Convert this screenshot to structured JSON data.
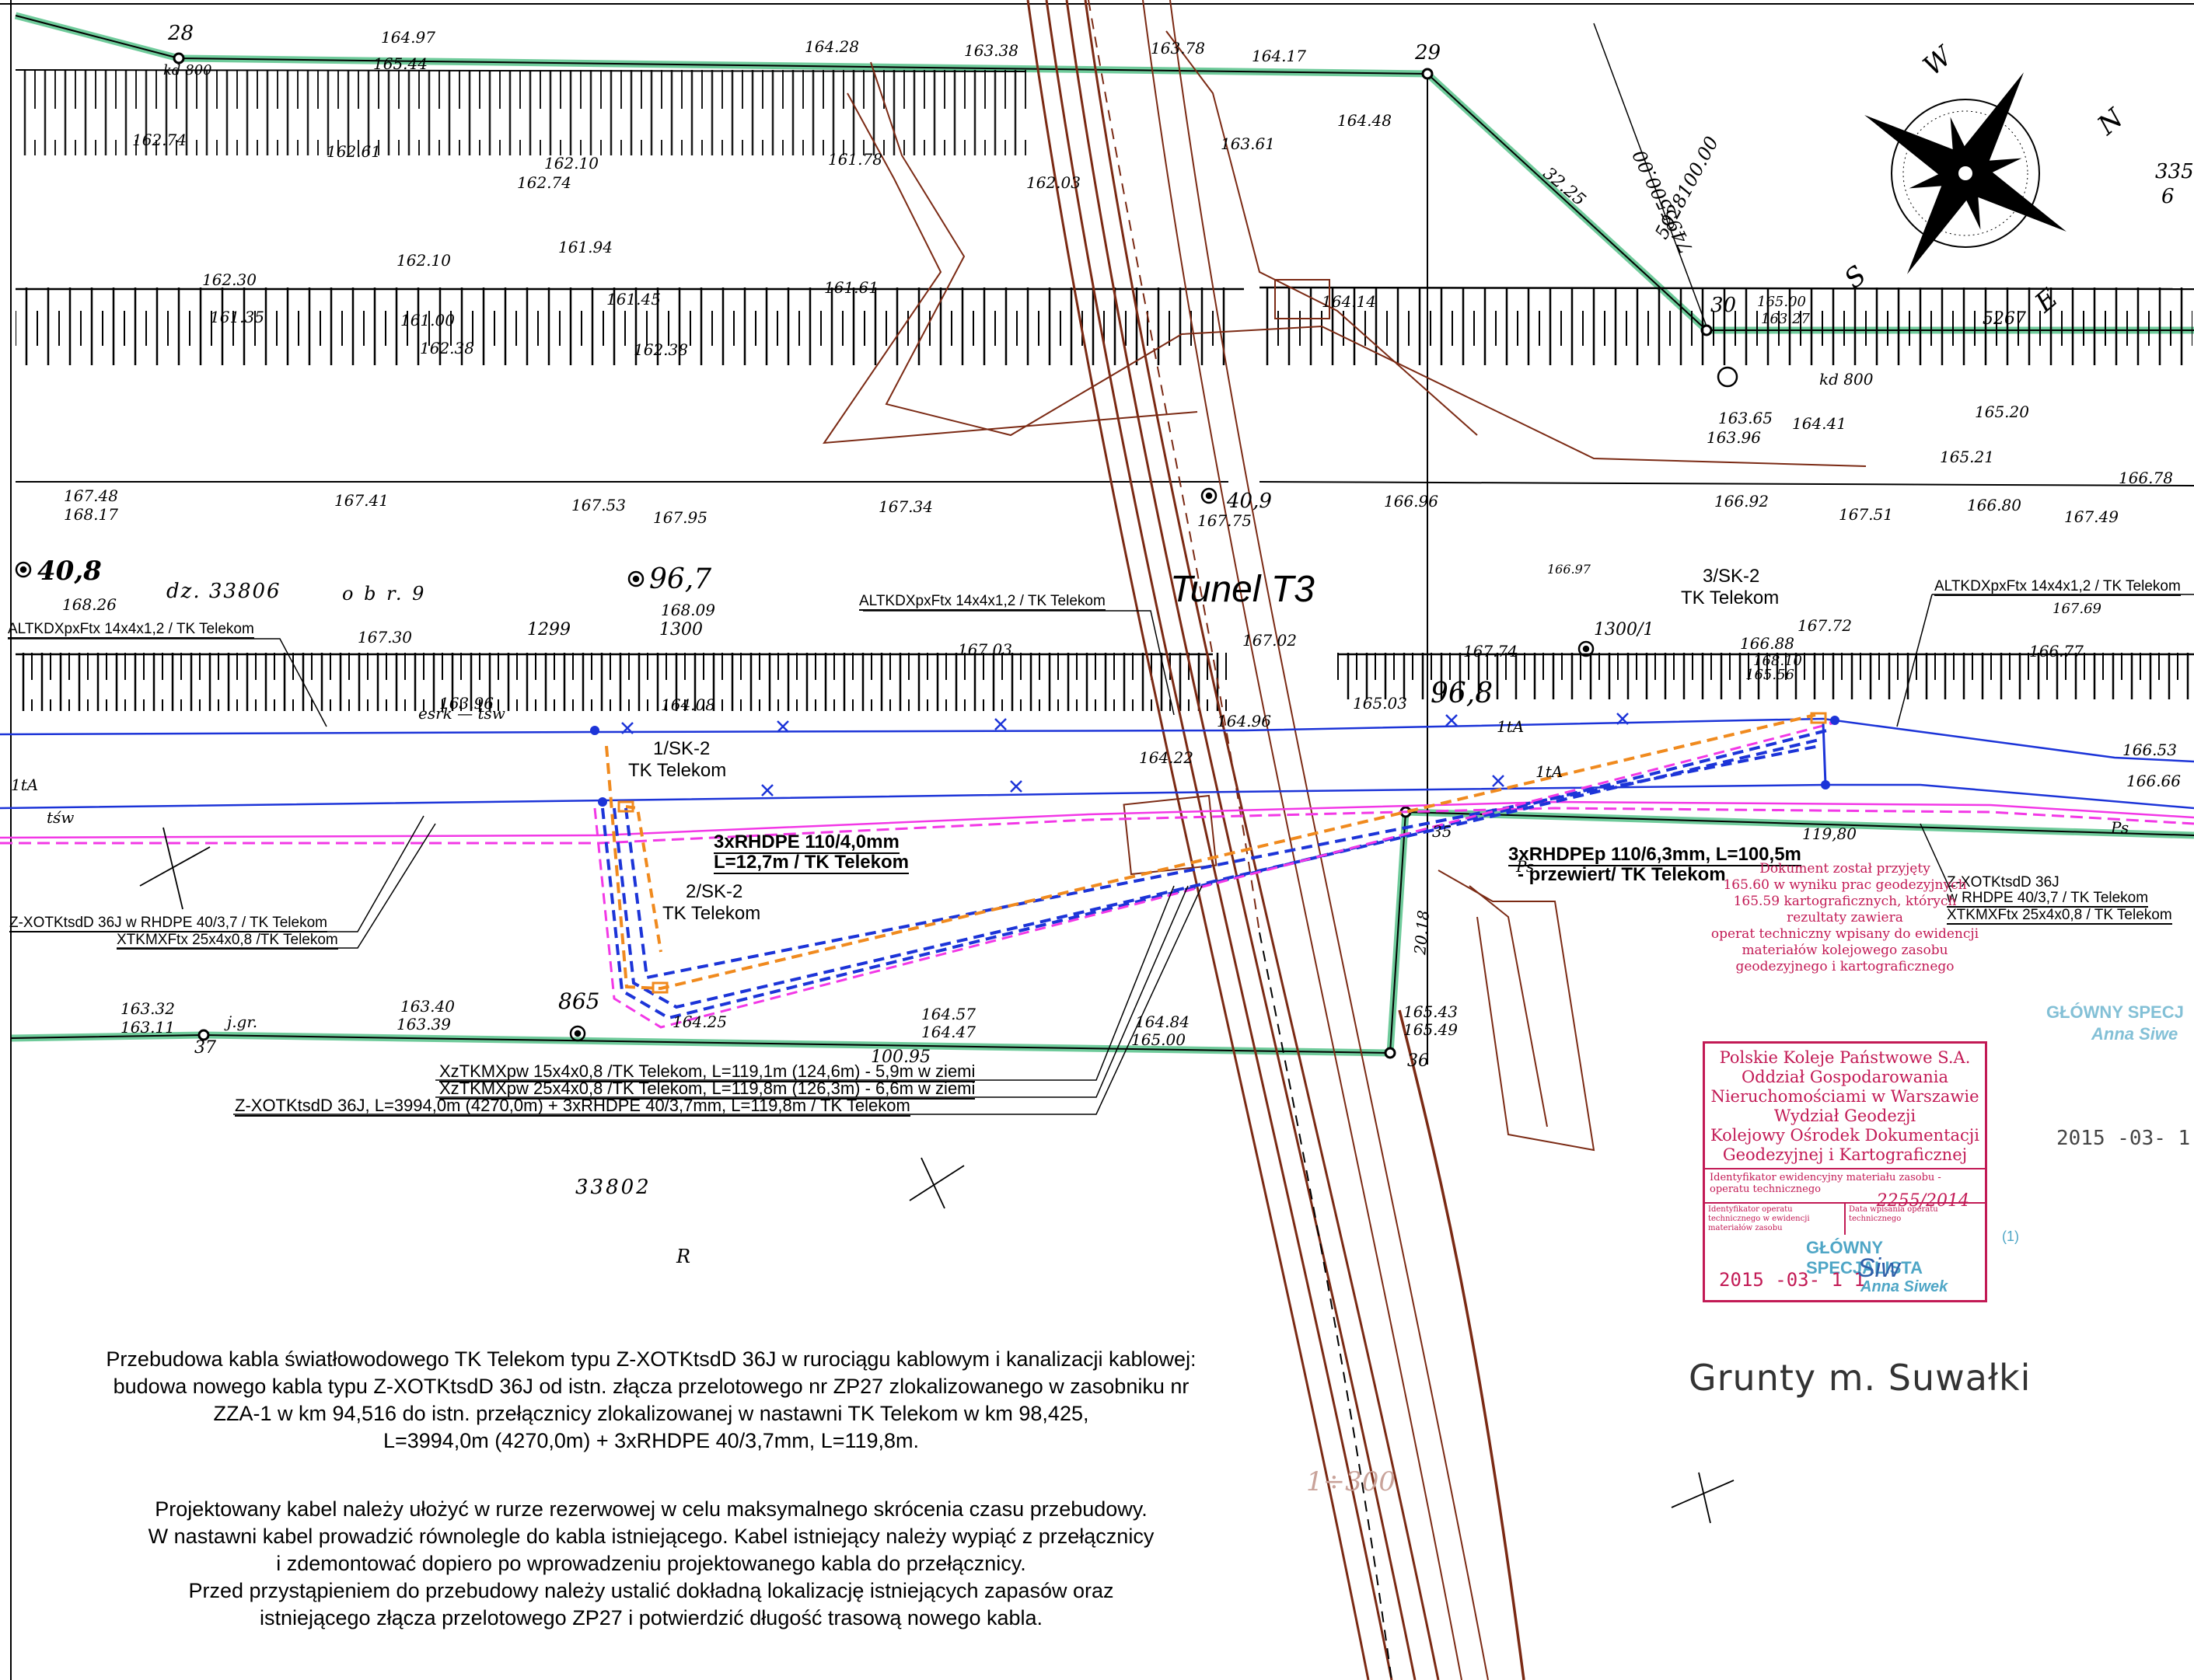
{
  "colors": {
    "boundary_green": "#56c28a",
    "railway_brown": "#7b2a14",
    "cable_blue": "#1c34d8",
    "pipe_magenta": "#f238e6",
    "pipe_orange": "#f08a1e",
    "stamp_red": "#c21a55",
    "stamp_blue": "#4fa6c6",
    "ink": "#000000"
  },
  "parcels": {
    "main": "dz. 33806",
    "obr": "o b r. 9",
    "lower": "33802",
    "letter_r": "R"
  },
  "points": {
    "p28": "28",
    "p29": "29",
    "p30": "30",
    "p36": "36",
    "p37": "37",
    "p35": "35",
    "p1299": "1299",
    "p1300": "1300",
    "p1300_1": "1300/1",
    "p865": "865",
    "p40_8": "40,8",
    "p96_7": "96,7",
    "p96_8": "96,8",
    "p40_9": "40,9"
  },
  "heights": {
    "h1": "164.97",
    "h2": "165.44",
    "h3": "162.74",
    "h4": "162.61",
    "h5": "162.10",
    "h6": "162.74",
    "h7": "164.28",
    "h8": "163.38",
    "h9": "163.78",
    "h10": "164.17",
    "h11": "164.48",
    "h12": "161.78",
    "h13": "162.03",
    "h14": "163.61",
    "h15": "162.30",
    "h16": "161.35",
    "h17": "162.10",
    "h18": "161.00",
    "h19": "162.38",
    "h20": "161.94",
    "h21": "161.45",
    "h22": "162.38",
    "h23": "161.61",
    "h24": "167.48",
    "h25": "168.17",
    "h26": "167.41",
    "h27": "167.53",
    "h28": "167.95",
    "h29": "167.34",
    "h30": "167.75",
    "h31": "166.96",
    "h32": "166.92",
    "h33": "167.51",
    "h34": "166.80",
    "h35": "167.49",
    "h36": "165.20",
    "h37": "165.21",
    "h38": "166.78",
    "h39": "165.00",
    "h40": "163.27",
    "h41": "163.65",
    "h42": "163.96",
    "h43": "164.41",
    "h44": "168.26",
    "h45": "167.30",
    "h46": "167.03",
    "h47": "167.72",
    "h48": "167.69",
    "h49": "166.77",
    "h50": "166.88",
    "h51": "164.08",
    "h52": "163.96",
    "h53": "164.22",
    "h54": "164.25",
    "h55": "163.32",
    "h56": "163.11",
    "h57": "163.40",
    "h58": "163.39",
    "h59": "164.57",
    "h60": "164.47",
    "h61": "164.84",
    "h62": "165.00",
    "h63": "165.43",
    "h64": "165.49",
    "h65": "166.53",
    "h66": "166.66",
    "h67": "167.74",
    "h68": "168.09",
    "h69": "165.56",
    "h70": "168.10",
    "h71": "164.14",
    "h72": "166.97",
    "h73": "167.02",
    "h74": "165.03",
    "h75": "164.96"
  },
  "misc_labels": {
    "kd800_left": "kd 800",
    "kd800_right": "kd 800",
    "dist_3225": "32.25",
    "dist_5267": "5267",
    "dist_1198": "119,80",
    "dist_10095": "100.95",
    "dist_2018": "20.18",
    "coord_a": "5928100.00",
    "coord_b": "7495500.00",
    "right_edge_a": "335",
    "right_edge_b": "6",
    "esrk_tsw": "esrk — tśw",
    "tsw": "tśw",
    "tA_left": "1tA",
    "tA_mid": "1tA",
    "tA_right": "1tA",
    "jgr": "j.gr.",
    "ps_a": "Ps",
    "ps_b": "Ps",
    "scale_mark": "1÷300"
  },
  "compass": {
    "N": "N",
    "S": "S",
    "E": "E",
    "W": "W"
  },
  "map_labels": {
    "tunnel": "Tunel T3",
    "sk2_1_top": "1/SK-2",
    "sk2_1_bot": "TK Telekom",
    "sk2_2_top": "2/SK-2",
    "sk2_2_bot": "TK Telekom",
    "sk2_3_top": "3/SK-2",
    "sk2_3_bot": "TK Telekom",
    "altk_left": "ALTKDXpxFtx 14x4x1,2 / TK Telekom",
    "altk_mid": "ALTKDXpxFtx 14x4x1,2 / TK Telekom",
    "altk_right": "ALTKDXpxFtx 14x4x1,2 / TK Telekom",
    "zxo_left_1": "Z-XOTKtsdD 36J w RHDPE 40/3,7 / TK Telekom",
    "zxo_left_2": "XTKMXFtx 25x4x0,8 /TK Telekom",
    "zxo_right_1": "Z-XOTKtsdD 36J",
    "zxo_right_2": "w RHDPE 40/3,7 / TK Telekom",
    "zxo_right_3": "XTKMXFtx 25x4x0,8 / TK Telekom",
    "rhdpe_1": "3xRHDPE 110/4,0mm",
    "rhdpe_2": "L=12,7m / TK Telekom",
    "rhdpep_1": "3xRHDPEp 110/6,3mm, L=100,5m",
    "rhdpep_2": "- przewiert/ TK Telekom",
    "bottom_1": "XzTKMXpw 15x4x0,8 /TK Telekom, L=119,1m (124,6m) - 5,9m w ziemi",
    "bottom_2": "XzTKMXpw 25x4x0,8 /TK Telekom, L=119,8m (126,3m) - 6,6m w ziemi",
    "bottom_3": "Z-XOTKtsdD 36J, L=3994,0m (4270,0m) + 3xRHDPE 40/3,7mm, L=119,8m / TK Telekom"
  },
  "stamp": {
    "top_lines": [
      "Dokument został przyjęty",
      "165.60 w wyniku prac geodezyjnych",
      "165.59 kartograficznych, których rezultaty zawiera",
      "operat techniczny wpisany do ewidencji",
      "materiałów kolejowego zasobu",
      "geodezyjnego i kartograficznego"
    ],
    "mid_lines": [
      "Polskie Koleje Państwowe S.A.",
      "Oddział Gospodarowania",
      "Nieruchomościami w Warszawie",
      "Wydział Geodezji",
      "Kolejowy Ośrodek Dokumentacji",
      "Geodezyjnej i Kartograficznej"
    ],
    "id_label": "Identyfikator ewidencyjny materiału zasobu - operatu technicznego",
    "id_value": "2255/2014",
    "small_left": "Identyfikator operatu technicznego w ewidencji materiałów zasobu",
    "small_right": "Data wpisania operatu technicznego",
    "title": "GŁÓWNY SPECJALISTA",
    "date": "2015 -03- 1 1",
    "name": "Anna Siwek",
    "signature": "Siw",
    "index": "(1)"
  },
  "stamp_edge": {
    "title": "GŁÓWNY SPECJ",
    "name": "Anna Siwe",
    "date": "2015 -03- 1 1"
  },
  "grunty": "Grunty  m. Suwałki",
  "notes": {
    "p1_l1": "Przebudowa kabla światłowodowego TK Telekom typu Z-XOTKtsdD 36J w rurociągu kablowym i kanalizacji kablowej:",
    "p1_l2": "budowa nowego kabla typu Z-XOTKtsdD 36J od istn. złącza przelotowego nr ZP27 zlokalizowanego w zasobniku nr",
    "p1_l3": "ZZA-1 w km 94,516 do istn. przełącznicy zlokalizowanej w nastawni TK Telekom w km 98,425,",
    "p1_l4": "L=3994,0m (4270,0m) + 3xRHDPE 40/3,7mm, L=119,8m.",
    "p2_l1": "Projektowany kabel należy ułożyć w rurze rezerwowej w celu maksymalnego skrócenia czasu przebudowy.",
    "p2_l2": "W nastawni kabel prowadzić równolegle do kabla istniejącego. Kabel istniejący należy wypiąć z przełącznicy",
    "p2_l3": "i zdemontować dopiero po wprowadzeniu projektowanego kabla do przełącznicy.",
    "p2_l4": "Przed przystąpieniem do przebudowy należy ustalić dokładną lokalizację istniejących zapasów oraz",
    "p2_l5": "istniejącego złącza przelotowego ZP27 i potwierdzić długość trasową nowego kabla."
  }
}
